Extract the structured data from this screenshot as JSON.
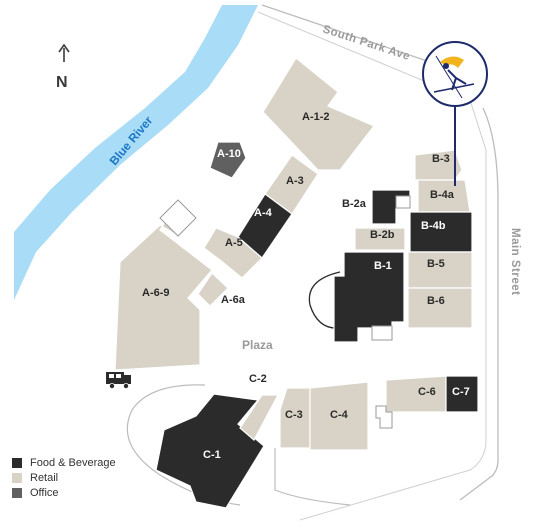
{
  "colors": {
    "food": "#2b2b2b",
    "retail": "#d8d3c6",
    "office": "#606060",
    "river": "#a9dcf6",
    "river_label": "#1e78c8",
    "street_line": "#bcbcbc",
    "marker_line": "#1d2a6b",
    "marker_accent": "#f2b41c"
  },
  "north": {
    "label": "N"
  },
  "river": {
    "label": "Blue River"
  },
  "streets": [
    {
      "id": "south-park",
      "label": "South Park Ave"
    },
    {
      "id": "main",
      "label": "Main Street"
    }
  ],
  "plaza": {
    "label": "Plaza"
  },
  "icons": [
    "north-arrow-icon",
    "food-truck-icon",
    "skier-icon"
  ],
  "units": [
    {
      "id": "A-1-2",
      "label": "A-1-2",
      "category": "retail"
    },
    {
      "id": "A-3",
      "label": "A-3",
      "category": "retail"
    },
    {
      "id": "A-4",
      "label": "A-4",
      "category": "food"
    },
    {
      "id": "A-5",
      "label": "A-5",
      "category": "retail"
    },
    {
      "id": "A-6-9",
      "label": "A-6-9",
      "category": "retail"
    },
    {
      "id": "A-6a",
      "label": "A-6a",
      "category": "retail"
    },
    {
      "id": "A-10",
      "label": "A-10",
      "category": "office"
    },
    {
      "id": "B-1",
      "label": "B-1",
      "category": "food"
    },
    {
      "id": "B-2a",
      "label": "B-2a",
      "category": "food"
    },
    {
      "id": "B-2b",
      "label": "B-2b",
      "category": "retail"
    },
    {
      "id": "B-3",
      "label": "B-3",
      "category": "retail"
    },
    {
      "id": "B-4a",
      "label": "B-4a",
      "category": "retail"
    },
    {
      "id": "B-4b",
      "label": "B-4b",
      "category": "food"
    },
    {
      "id": "B-5",
      "label": "B-5",
      "category": "retail"
    },
    {
      "id": "B-6",
      "label": "B-6",
      "category": "retail"
    },
    {
      "id": "C-1",
      "label": "C-1",
      "category": "food"
    },
    {
      "id": "C-2",
      "label": "C-2",
      "category": "retail"
    },
    {
      "id": "C-3",
      "label": "C-3",
      "category": "retail"
    },
    {
      "id": "C-4",
      "label": "C-4",
      "category": "retail"
    },
    {
      "id": "C-6",
      "label": "C-6",
      "category": "retail"
    },
    {
      "id": "C-7",
      "label": "C-7",
      "category": "food"
    }
  ],
  "legend": [
    {
      "label": "Food & Beverage",
      "category": "food"
    },
    {
      "label": "Retail",
      "category": "retail"
    },
    {
      "label": "Office",
      "category": "office"
    }
  ]
}
